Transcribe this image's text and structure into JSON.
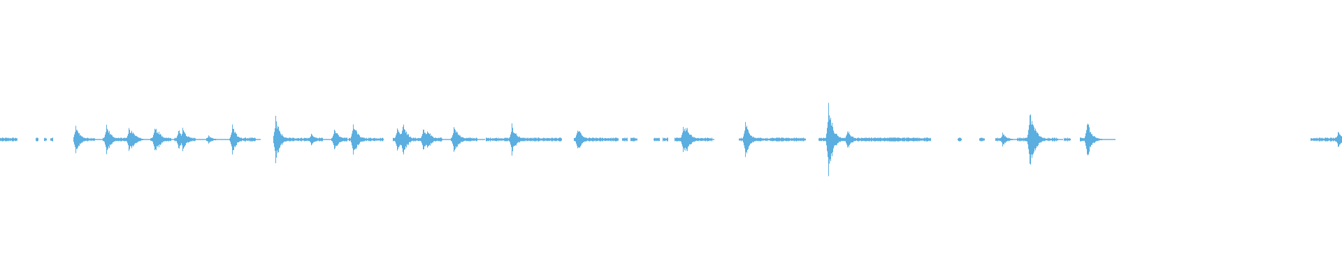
{
  "waveform": {
    "color": "#5aaee0",
    "background": "#ffffff",
    "duration": 1.0,
    "segments": [
      [
        0.0,
        0.012
      ],
      [
        0.027,
        0.028
      ],
      [
        0.033,
        0.034
      ],
      [
        0.038,
        0.039
      ],
      [
        0.055,
        0.07
      ],
      [
        0.077,
        0.095
      ],
      [
        0.096,
        0.105
      ],
      [
        0.112,
        0.127
      ],
      [
        0.13,
        0.145
      ],
      [
        0.154,
        0.157
      ],
      [
        0.171,
        0.19
      ],
      [
        0.204,
        0.24
      ],
      [
        0.247,
        0.258
      ],
      [
        0.26,
        0.285
      ],
      [
        0.293,
        0.32
      ],
      [
        0.323,
        0.329
      ],
      [
        0.336,
        0.355
      ],
      [
        0.362,
        0.418
      ],
      [
        0.428,
        0.46
      ],
      [
        0.464,
        0.467
      ],
      [
        0.47,
        0.474
      ],
      [
        0.487,
        0.491
      ],
      [
        0.494,
        0.497
      ],
      [
        0.503,
        0.53
      ],
      [
        0.551,
        0.6
      ],
      [
        0.578,
        0.583
      ],
      [
        0.61,
        0.615
      ],
      [
        0.62,
        0.626
      ],
      [
        0.643,
        0.65
      ],
      [
        0.661,
        0.683
      ],
      [
        0.616,
        0.693
      ],
      [
        0.644,
        0.682
      ],
      [
        0.714,
        0.716
      ],
      [
        0.73,
        0.733
      ],
      [
        0.742,
        0.752
      ],
      [
        0.758,
        0.788
      ],
      [
        0.793,
        0.797
      ],
      [
        0.805,
        0.809
      ],
      [
        0.977,
        1.0
      ]
    ],
    "events": [
      {
        "t": 0.056,
        "a": 0.12
      },
      {
        "t": 0.079,
        "a": 0.12
      },
      {
        "t": 0.096,
        "a": 0.09
      },
      {
        "t": 0.098,
        "a": 0.08
      },
      {
        "t": 0.115,
        "a": 0.11
      },
      {
        "t": 0.117,
        "a": 0.08
      },
      {
        "t": 0.133,
        "a": 0.08
      },
      {
        "t": 0.136,
        "a": 0.09
      },
      {
        "t": 0.155,
        "a": 0.03
      },
      {
        "t": 0.173,
        "a": 0.11
      },
      {
        "t": 0.205,
        "a": 0.18
      },
      {
        "t": 0.232,
        "a": 0.05
      },
      {
        "t": 0.249,
        "a": 0.09
      },
      {
        "t": 0.263,
        "a": 0.14
      },
      {
        "t": 0.296,
        "a": 0.1
      },
      {
        "t": 0.3,
        "a": 0.14
      },
      {
        "t": 0.315,
        "a": 0.09
      },
      {
        "t": 0.318,
        "a": 0.09
      },
      {
        "t": 0.338,
        "a": 0.1
      },
      {
        "t": 0.34,
        "a": 0.07
      },
      {
        "t": 0.381,
        "a": 0.12
      },
      {
        "t": 0.43,
        "a": 0.1
      },
      {
        "t": 0.509,
        "a": 0.11
      },
      {
        "t": 0.511,
        "a": 0.13
      },
      {
        "t": 0.555,
        "a": 0.14
      },
      {
        "t": 0.617,
        "a": 0.28
      },
      {
        "t": 0.631,
        "a": 0.08
      },
      {
        "t": 0.747,
        "a": 0.05
      },
      {
        "t": 0.767,
        "a": 0.23
      },
      {
        "t": 0.769,
        "a": 0.15
      },
      {
        "t": 0.771,
        "a": 0.1
      },
      {
        "t": 0.81,
        "a": 0.15
      },
      {
        "t": 0.997,
        "a": 0.06
      }
    ]
  }
}
